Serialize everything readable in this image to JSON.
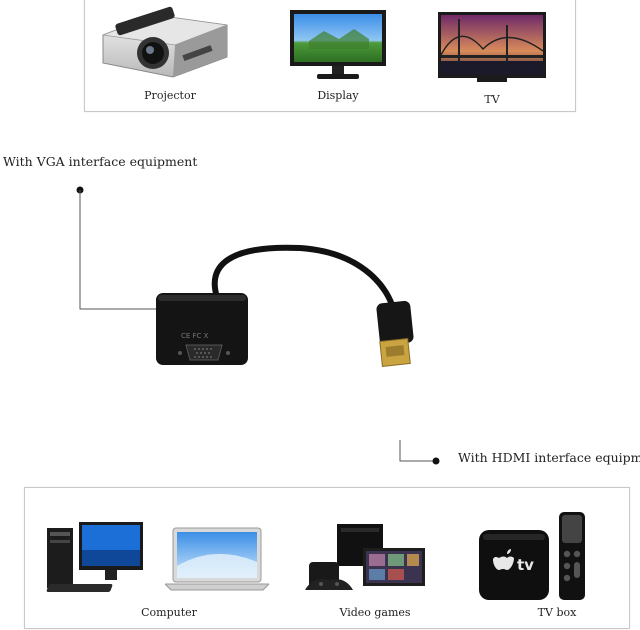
{
  "top_row": {
    "items": [
      {
        "label": "Projector",
        "icon": "projector-icon"
      },
      {
        "label": "Display",
        "icon": "display-icon"
      },
      {
        "label": "TV",
        "icon": "tv-icon"
      }
    ]
  },
  "callouts": {
    "vga": "With VGA interface equipment",
    "hdmi": "With HDMI interface equipment"
  },
  "adapter": {
    "markings": "CE FC X",
    "icon": "hdmi-to-vga-adapter-icon"
  },
  "bottom_row": {
    "items": [
      {
        "label": "Computer",
        "icon": "computer-icon"
      },
      {
        "label": "Video games",
        "icon": "video-games-icon"
      },
      {
        "label": "TV box",
        "icon": "tv-box-icon"
      }
    ],
    "tv_box_brand": "tv"
  },
  "colors": {
    "panel_border": "#c8c8c8",
    "adapter_body": "#141414",
    "hdmi_gold": "#c9a441",
    "screen_blue": "#1c6fd6"
  }
}
